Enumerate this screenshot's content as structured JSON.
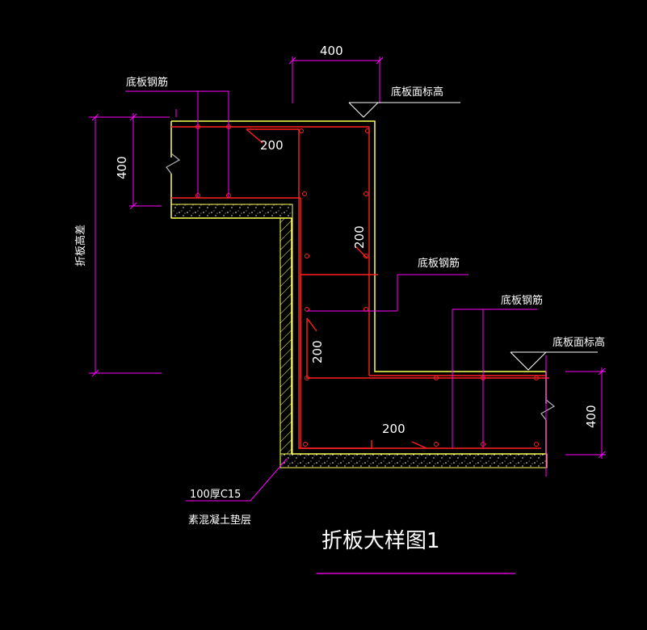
{
  "title": "折板大样图1",
  "colors": {
    "background": "#000000",
    "magenta": "#ff00ff",
    "red": "#ff2020",
    "yellow": "#ffff55",
    "white": "#ffffff",
    "gray": "#b4b4b4"
  },
  "labels": {
    "rebar_top": "底板钢筋",
    "rebar_mid": "底板钢筋",
    "rebar_right": "底板钢筋",
    "elev_top": "底板面标高",
    "elev_right": "底板面标高",
    "height_diff": "折板高差",
    "cushion_line1": "100厚C15",
    "cushion_line2": "素混凝土垫层"
  },
  "dims": {
    "top_width": "400",
    "left_thick": "400",
    "right_thick": "400",
    "anchor_top": "200",
    "anchor_mid_vertical": "200",
    "anchor_left_vertical": "200",
    "anchor_bottom": "200"
  }
}
